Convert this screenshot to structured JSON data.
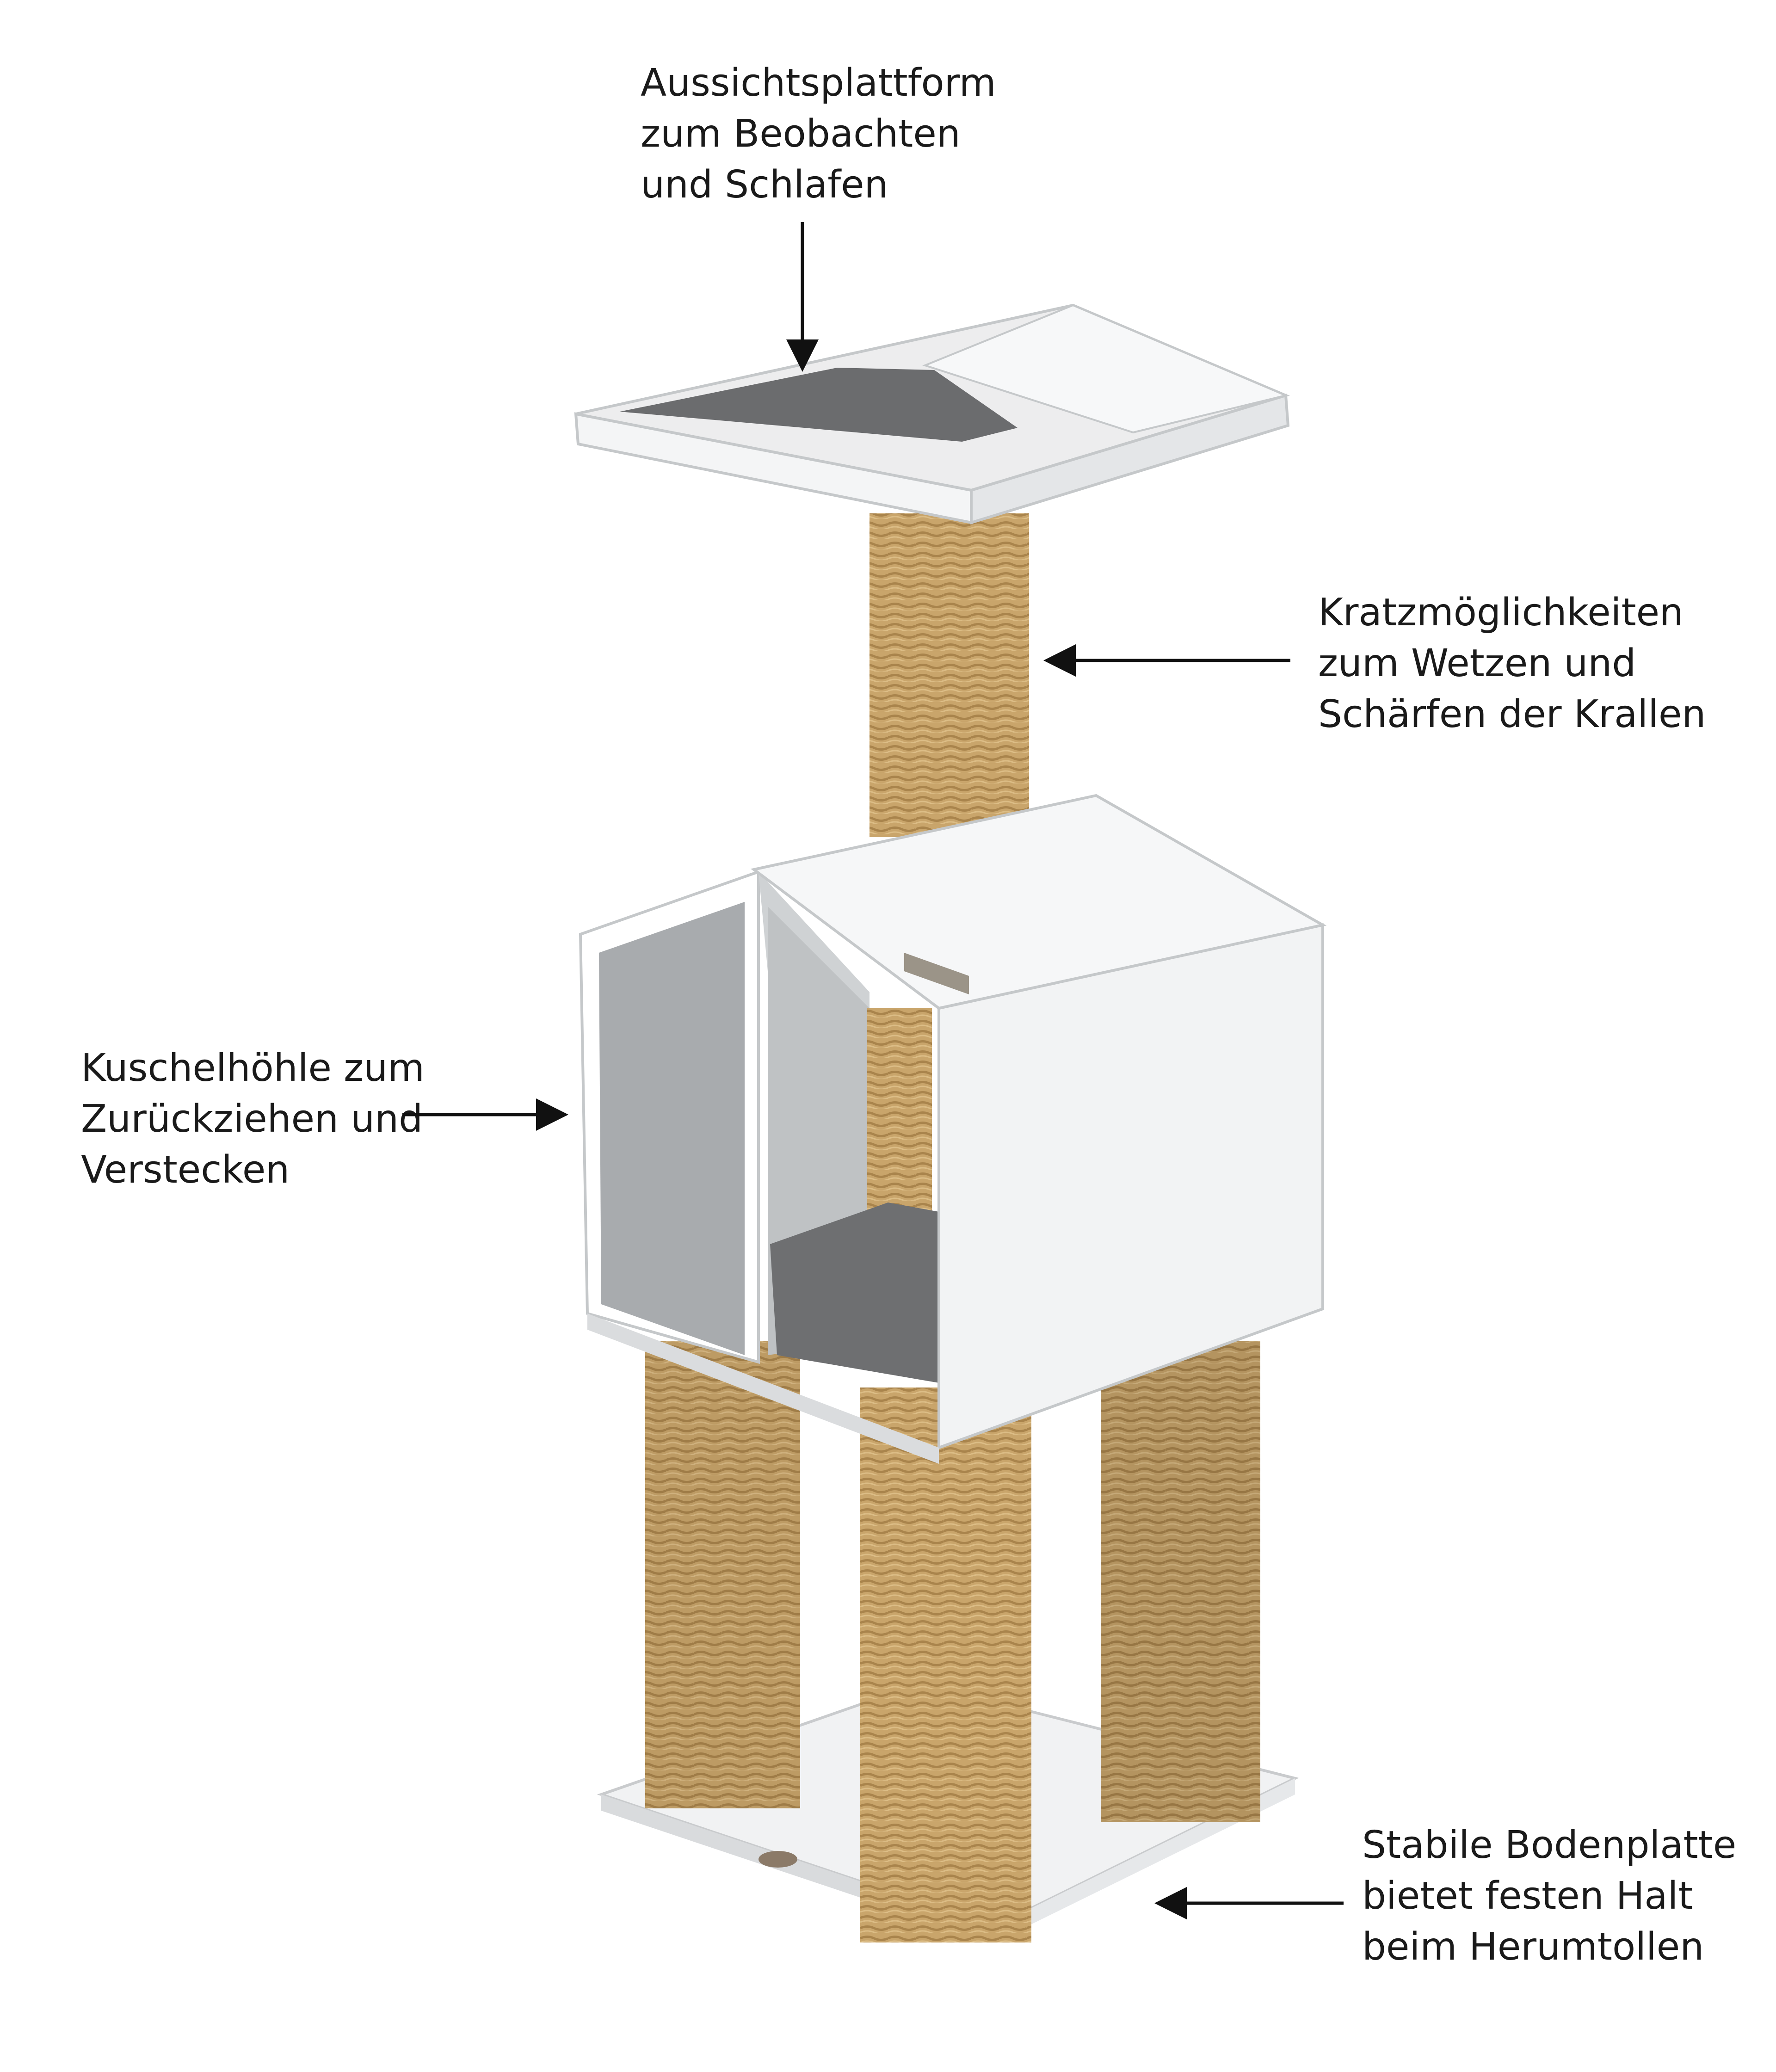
{
  "annotations": {
    "platform": {
      "lines": [
        "Aussichtsplattform",
        "zum Beobachten",
        "und Schlafen"
      ]
    },
    "scratch": {
      "lines": [
        "Kratzmöglichkeiten",
        "zum Wetzen und",
        "Schärfen der Krallen"
      ]
    },
    "cave": {
      "lines": [
        "Kuschelhöhle zum",
        "Zurückziehen und",
        "Verstecken"
      ]
    },
    "base": {
      "lines": [
        "Stabile Bodenplatte",
        "bietet festen Halt",
        "beim Herumtollen"
      ]
    }
  },
  "product": {
    "name": "cat-tree",
    "sisal_color": "#c9a56b",
    "board_color": "#eef0f1",
    "cushion_color": "#6e6f71",
    "panel_gray": "#a8abae"
  }
}
